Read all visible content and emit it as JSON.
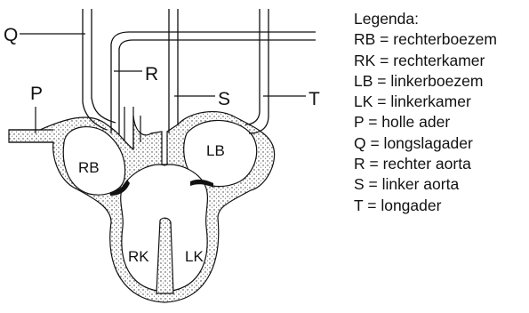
{
  "diagram": {
    "labels": {
      "P": "P",
      "Q": "Q",
      "R": "R",
      "S": "S",
      "T": "T",
      "RB": "RB",
      "RK": "RK",
      "LB": "LB",
      "LK": "LK"
    }
  },
  "legend": {
    "title": "Legenda:",
    "items": [
      "RB = rechterboezem",
      "RK = rechterkamer",
      "LB = linkerboezem",
      "LK = linkerkamer",
      "P = holle ader",
      "Q = longslagader",
      "R = rechter aorta",
      "S = linker aorta",
      "T = longader"
    ]
  }
}
